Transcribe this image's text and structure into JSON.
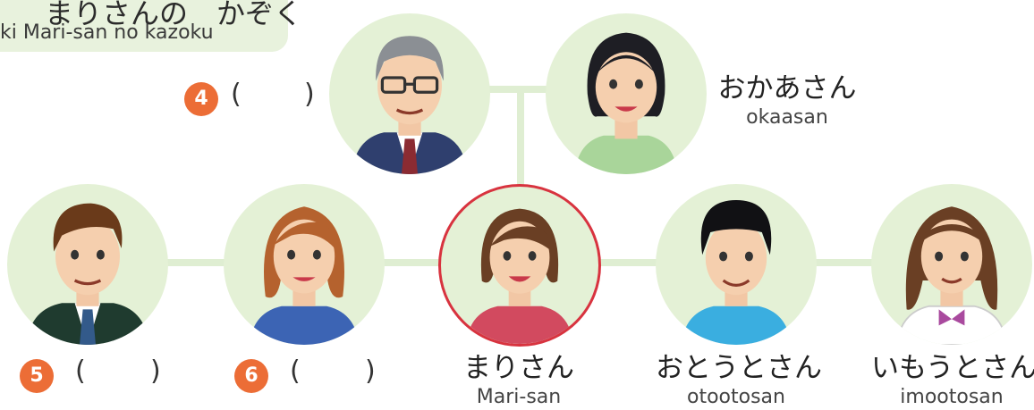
{
  "header": {
    "title_jp": "まりさんの　かぞく",
    "title_romaji": "ki Mari-san no kazoku"
  },
  "members": [
    {
      "id": "father",
      "number": "4",
      "paren_open": "(",
      "paren_close": ")"
    },
    {
      "id": "mother",
      "jp": "おかあさん",
      "romaji": "okaasan"
    },
    {
      "id": "older-brother",
      "number": "5",
      "paren_open": "(",
      "paren_close": ")"
    },
    {
      "id": "older-sister",
      "number": "6",
      "paren_open": "(",
      "paren_close": ")"
    },
    {
      "id": "mari",
      "jp": "まりさん",
      "romaji": "Mari-san"
    },
    {
      "id": "younger-brother",
      "jp": "おとうとさん",
      "romaji": "otootosan"
    },
    {
      "id": "younger-sister",
      "jp": "いもうとさん",
      "romaji": "imootosan"
    }
  ],
  "colors": {
    "circle_bg": "#e4f1d6",
    "connector": "#dfeed2",
    "highlight_ring": "#d8333f",
    "number_badge": "#ec6d36"
  }
}
